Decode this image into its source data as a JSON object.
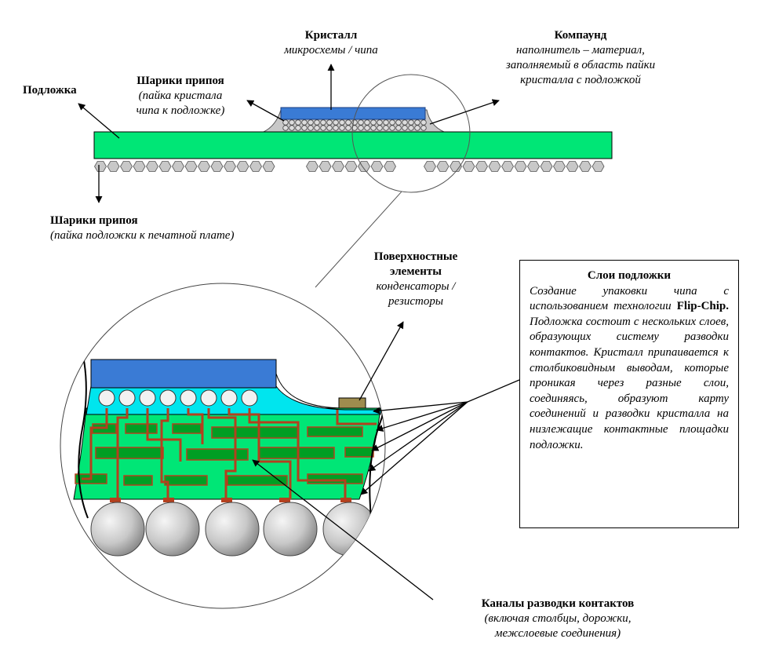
{
  "labels": {
    "crystal": {
      "title": "Кристалл",
      "sub": "микросхемы / чипа"
    },
    "compound": {
      "title": "Компаунд",
      "sub": [
        "наполнитель – материал,",
        "заполняемый в область пайки",
        "кристалла с подложкой"
      ]
    },
    "substrate": {
      "title": "Подложка"
    },
    "bumps_chip": {
      "title": "Шарики припоя",
      "sub": [
        "(пайка кристала",
        "чипа к подложке)"
      ]
    },
    "bumps_board": {
      "title": "Шарики припоя",
      "sub": "(пайка подложки к печатной плате)"
    },
    "surface": {
      "title": [
        "Поверхностные",
        "элементы"
      ],
      "sub": [
        "конденсаторы /",
        "резисторы"
      ]
    },
    "channels": {
      "title": "Каналы разводки контактов",
      "sub": [
        "(включая столбцы, дорожки,",
        "межслоевые соединения)"
      ]
    }
  },
  "layers_box": {
    "title": "Слои подложки",
    "text_before": "Создание упаковки чипа с использованием технологии",
    "emphasis": "Flip-Chip.",
    "text_after": "Подложка состоит с нескольких слоев, образующих систему разводки контактов. Кристалл припаивается к столбиковидным выводам, которые проникая через разные слои, соединяясь, образуют карту соединений и разводки кристалла на низлежащие контактные площадки подложки."
  },
  "colors": {
    "substrate": "#00e676",
    "crystal": "#3a7bd5",
    "underfill": "#00e5ee",
    "trace_block": "#009e23",
    "trace": "#b4401e",
    "ball": "#c8c8c8",
    "component": "#9e8c4e"
  }
}
